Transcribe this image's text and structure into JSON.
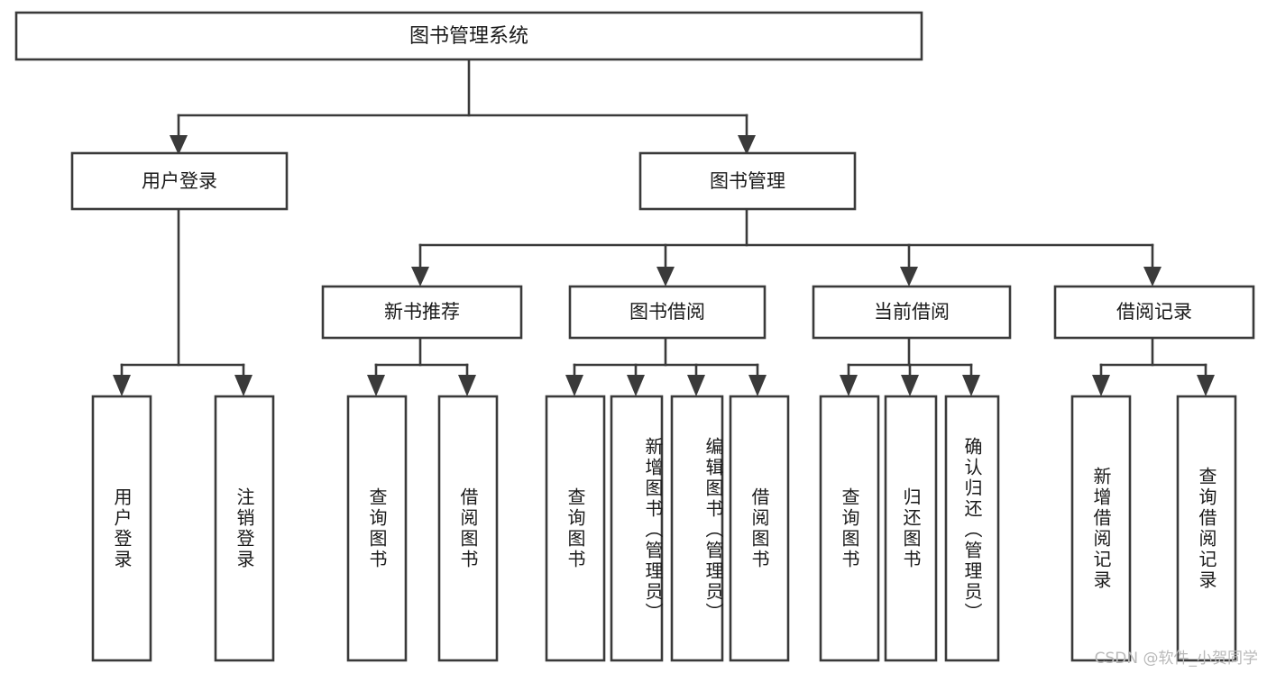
{
  "diagram": {
    "type": "tree",
    "title": "图书管理系统",
    "orientation": "top-down",
    "colors": {
      "stroke": "#3a3a3a",
      "box_fill": "#ffffff",
      "text": "#1a1a1a",
      "background": "#ffffff",
      "watermark": "#b9b9b9"
    },
    "root": {
      "id": "root",
      "label": "图书管理系统",
      "text_orientation": "horizontal"
    },
    "level2": [
      {
        "id": "user-login",
        "label": "用户登录",
        "text_orientation": "horizontal"
      },
      {
        "id": "book-management",
        "label": "图书管理",
        "text_orientation": "horizontal"
      }
    ],
    "level3": [
      {
        "id": "new-book-recommend",
        "label": "新书推荐",
        "parent": "book-management",
        "text_orientation": "horizontal"
      },
      {
        "id": "book-borrow",
        "label": "图书借阅",
        "parent": "book-management",
        "text_orientation": "horizontal"
      },
      {
        "id": "current-borrow",
        "label": "当前借阅",
        "parent": "book-management",
        "text_orientation": "horizontal"
      },
      {
        "id": "borrow-record",
        "label": "借阅记录",
        "parent": "book-management",
        "text_orientation": "horizontal"
      }
    ],
    "leaves": [
      {
        "id": "leaf-user-login",
        "label": "用户登录",
        "parent": "user-login",
        "text_orientation": "vertical"
      },
      {
        "id": "leaf-logout",
        "label": "注销登录",
        "parent": "user-login",
        "text_orientation": "vertical"
      },
      {
        "id": "leaf-query-book-1",
        "label": "查询图书",
        "parent": "new-book-recommend",
        "text_orientation": "vertical"
      },
      {
        "id": "leaf-borrow-book-1",
        "label": "借阅图书",
        "parent": "new-book-recommend",
        "text_orientation": "vertical"
      },
      {
        "id": "leaf-query-book-2",
        "label": "查询图书",
        "parent": "book-borrow",
        "text_orientation": "vertical"
      },
      {
        "id": "leaf-add-book",
        "label": "新增图书（管理员）",
        "parent": "book-borrow",
        "text_orientation": "vertical"
      },
      {
        "id": "leaf-edit-book",
        "label": "编辑图书（管理员）",
        "parent": "book-borrow",
        "text_orientation": "vertical"
      },
      {
        "id": "leaf-borrow-book-2",
        "label": "借阅图书",
        "parent": "book-borrow",
        "text_orientation": "vertical"
      },
      {
        "id": "leaf-query-book-3",
        "label": "查询图书",
        "parent": "current-borrow",
        "text_orientation": "vertical"
      },
      {
        "id": "leaf-return-book",
        "label": "归还图书",
        "parent": "current-borrow",
        "text_orientation": "vertical"
      },
      {
        "id": "leaf-confirm-return",
        "label": "确认归还（管理员）",
        "parent": "current-borrow",
        "text_orientation": "vertical"
      },
      {
        "id": "leaf-add-record",
        "label": "新增借阅记录",
        "parent": "borrow-record",
        "text_orientation": "vertical"
      },
      {
        "id": "leaf-query-record",
        "label": "查询借阅记录",
        "parent": "borrow-record",
        "text_orientation": "vertical"
      }
    ]
  },
  "watermark": {
    "text": "CSDN @软件_小贺同学"
  }
}
